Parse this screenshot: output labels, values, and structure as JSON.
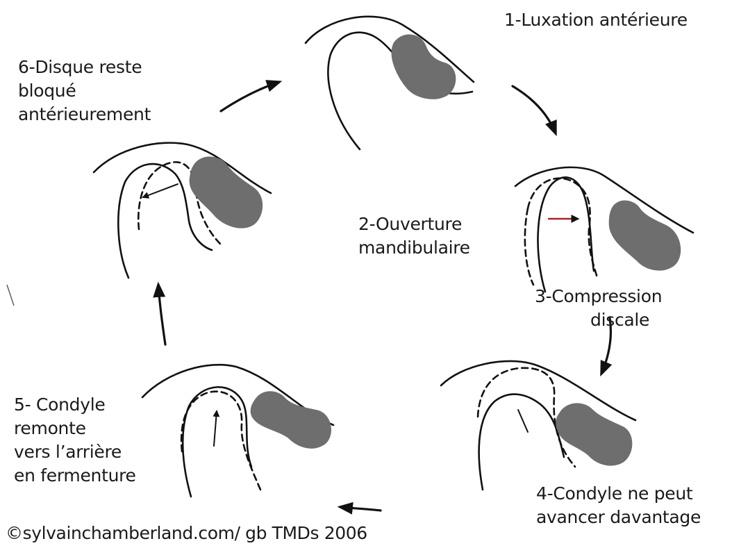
{
  "stages": [
    {
      "id": 1,
      "lines": [
        "1-Luxation antérieure"
      ]
    },
    {
      "id": 2,
      "lines": [
        "2-Ouverture",
        "mandibulaire"
      ]
    },
    {
      "id": 3,
      "lines": [
        "3-Compression",
        "discale"
      ]
    },
    {
      "id": 4,
      "lines": [
        "4-Condyle ne peut",
        "avancer davantage"
      ]
    },
    {
      "id": 5,
      "lines": [
        "5- Condyle",
        "remonte",
        "vers l’arrière",
        "en fermenture"
      ]
    },
    {
      "id": 6,
      "lines": [
        "6-Disque reste",
        "bloqué",
        "antérieurement"
      ]
    }
  ],
  "credit": "©sylvainchamberland.com/ gb TMDs 2006",
  "colors": {
    "line": "#111111",
    "disc": "#6e6e6e",
    "arrow_red": "#b0202a",
    "arrow_blue": "#1c2a8a"
  }
}
